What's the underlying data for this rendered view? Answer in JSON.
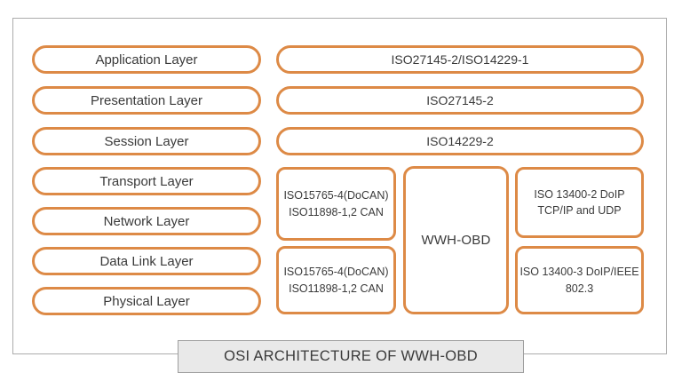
{
  "title": "OSI ARCHITECTURE OF WWH-OBD",
  "colors": {
    "accent_orange": "#DD8A46",
    "frame_border_gray": "#ACACAC",
    "caption_background": "#E9E9E9",
    "caption_border": "#9E9E9E",
    "text": "#3A3A3A"
  },
  "osi_layers": [
    "Application Layer",
    "Presentation Layer",
    "Session Layer",
    "Transport Layer",
    "Network Layer",
    "Data Link Layer",
    "Physical Layer"
  ],
  "protocol_pills": [
    "ISO27145-2/ISO14229-1",
    "ISO27145-2",
    "ISO14229-2"
  ],
  "grid": {
    "can_upper": {
      "line1": "ISO15765-4(DoCAN)",
      "line2": "ISO11898-1,2 CAN"
    },
    "can_lower": {
      "line1": "ISO15765-4(DoCAN)",
      "line2": "ISO11898-1,2 CAN"
    },
    "center_label": "WWH-OBD",
    "doip_upper": {
      "line1": "ISO 13400-2 DoIP",
      "line2": "TCP/IP and UDP"
    },
    "doip_lower": {
      "line1": "ISO 13400-3 DoIP/IEEE",
      "line2": "802.3"
    }
  }
}
